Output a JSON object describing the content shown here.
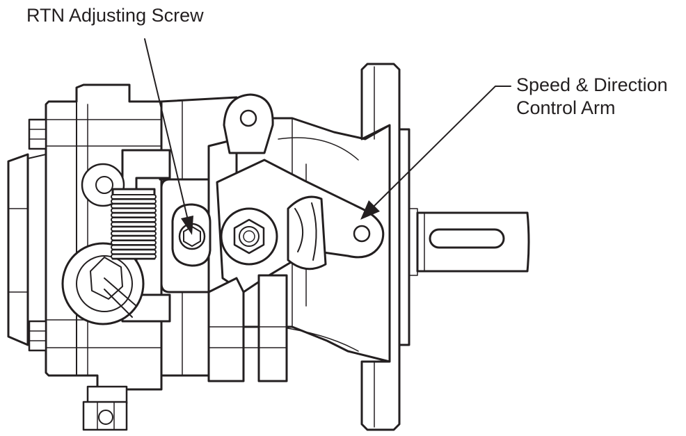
{
  "callouts": {
    "rtn_screw": "RTN Adjusting Screw",
    "control_arm": [
      "Speed & Direction",
      "Control Arm"
    ]
  },
  "colors": {
    "ink": "#231f20",
    "background": "#ffffff"
  }
}
